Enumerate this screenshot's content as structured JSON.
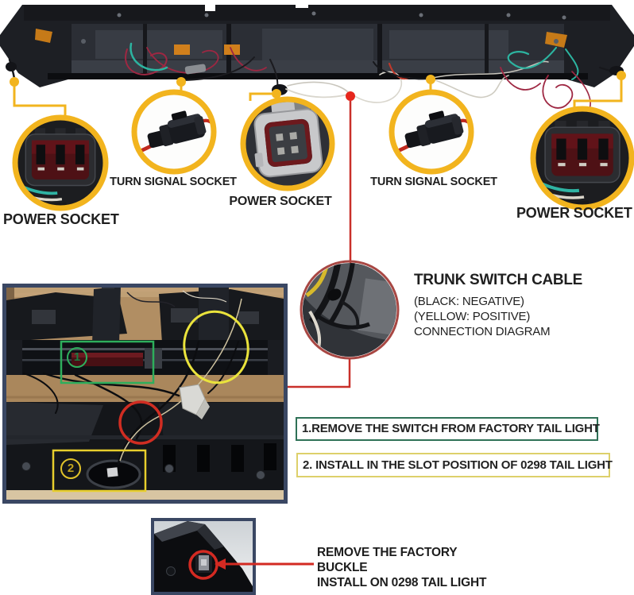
{
  "callouts": {
    "power_socket_left": "POWER SOCKET",
    "turn_signal_left": "TURN SIGNAL SOCKET",
    "power_socket_center": "POWER SOCKET",
    "turn_signal_right": "TURN SIGNAL SOCKET",
    "power_socket_right": "POWER SOCKET"
  },
  "trunk_note": {
    "title": "TRUNK SWITCH CABLE",
    "line1": "(BLACK: NEGATIVE)",
    "line2": "(YELLOW: POSITIVE)",
    "line3": "CONNECTION DIAGRAM"
  },
  "steps": [
    {
      "label": "1.REMOVE THE SWITCH FROM FACTORY TAIL LIGHT"
    },
    {
      "label": "2. INSTALL IN THE SLOT POSITION OF 0298 TAIL LIGHT"
    }
  ],
  "photo_markers": {
    "marker1": "1",
    "marker2": "2"
  },
  "buckle_note": {
    "line1": "REMOVE THE FACTORY BUCKLE",
    "line2": "INSTALL ON 0298 TAIL LIGHT"
  },
  "colors": {
    "callout_yellow": "#F2B41E",
    "annotation_red": "#C9302A",
    "annotation_green": "#2EAE5C",
    "annotation_pale_yellow": "#DDD06B",
    "photo_frame_navy": "#3A4763"
  }
}
